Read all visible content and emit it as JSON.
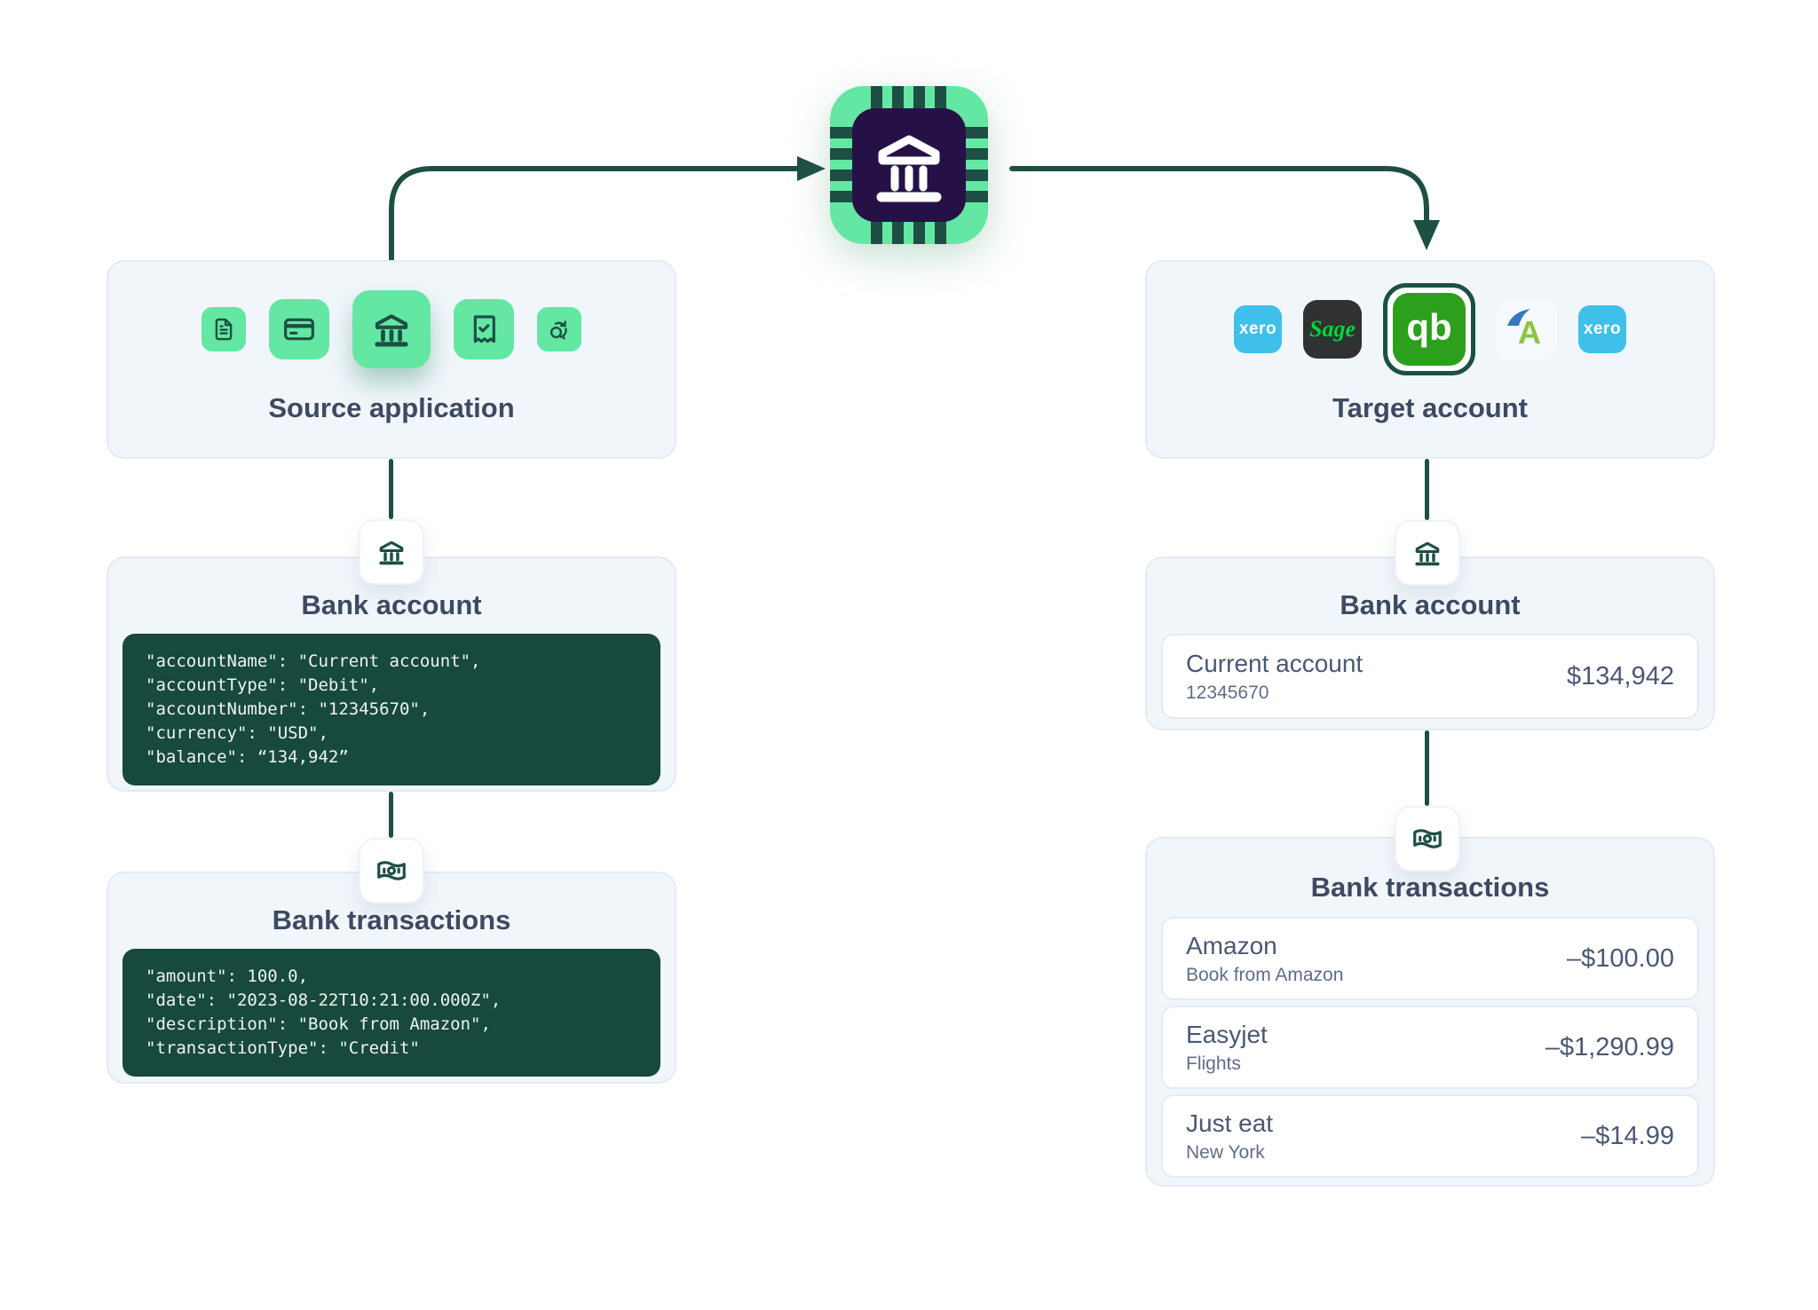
{
  "colors": {
    "heading": "#3e4a63",
    "row-text": "#4a5874",
    "row-subtext": "#5f6d88",
    "panel-bg": "#f1f6fb",
    "panel-border": "#e3ebf5",
    "tile-green": "#63e7a3",
    "icon-stroke": "#1d4f44",
    "arrow": "#1d4f44",
    "code-bg": "#17493d",
    "code-text": "#eef4f1",
    "chip-inner": "#261147",
    "xero-blue": "#3fc0ea",
    "sage-bg": "#2f3132",
    "sage-green": "#00d639",
    "qb-green": "#2ca01c",
    "freeagent-blue": "#3779bd",
    "freeagent-green": "#8cc63f"
  },
  "source_panel": {
    "title": "Source application",
    "icons": [
      "invoice-icon",
      "credit-card-icon",
      "bank-icon",
      "receipt-check-icon",
      "sync-icon"
    ]
  },
  "target_panel": {
    "title": "Target account",
    "apps": [
      {
        "name": "xero",
        "label": "xero"
      },
      {
        "name": "sage",
        "label": "Sage"
      },
      {
        "name": "quickbooks",
        "label": "qb",
        "selected": true
      },
      {
        "name": "freeagent",
        "label": "A"
      },
      {
        "name": "xero",
        "label": "xero"
      }
    ]
  },
  "left_account": {
    "title": "Bank account",
    "code": [
      "\"accountName\": \"Current account\",",
      "\"accountType\": \"Debit\",",
      "\"accountNumber\": \"12345670\",",
      "\"currency\": \"USD\",",
      "\"balance\": “134,942”"
    ]
  },
  "left_transactions": {
    "title": "Bank transactions",
    "code": [
      "\"amount\": 100.0,",
      "\"date\": \"2023-08-22T10:21:00.000Z\",",
      "\"description\": \"Book from Amazon\",",
      "\"transactionType\": \"Credit\""
    ]
  },
  "right_account": {
    "title": "Bank account",
    "account": {
      "name": "Current account",
      "number": "12345670",
      "balance": "$134,942"
    }
  },
  "right_transactions": {
    "title": "Bank transactions",
    "rows": [
      {
        "name": "Amazon",
        "description": "Book from Amazon",
        "amount": "–$100.00"
      },
      {
        "name": "Easyjet",
        "description": "Flights",
        "amount": "–$1,290.99"
      },
      {
        "name": "Just eat",
        "description": "New York",
        "amount": "–$14.99"
      }
    ]
  }
}
